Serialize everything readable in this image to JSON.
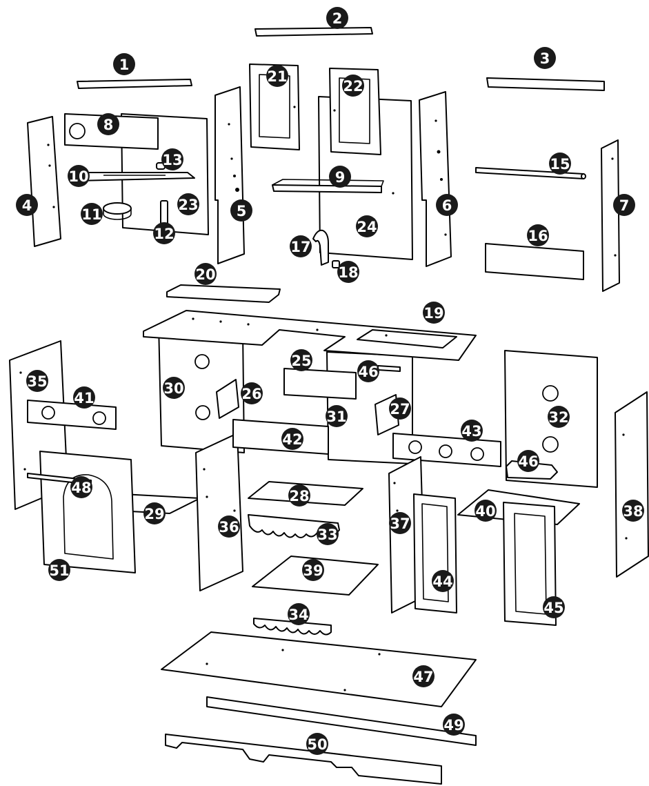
{
  "diagram": {
    "type": "exploded-assembly",
    "part_labels": [
      "1",
      "2",
      "3",
      "4",
      "5",
      "6",
      "7",
      "8",
      "9",
      "10",
      "11",
      "12",
      "13",
      "15",
      "16",
      "17",
      "18",
      "19",
      "20",
      "21",
      "22",
      "23",
      "24",
      "25",
      "26",
      "27",
      "28",
      "29",
      "30",
      "31",
      "32",
      "33",
      "34",
      "35",
      "36",
      "37",
      "38",
      "39",
      "40",
      "41",
      "42",
      "43",
      "44",
      "45",
      "46",
      "46",
      "47",
      "48",
      "49",
      "50",
      "51"
    ]
  },
  "colors": {
    "line": "#000000",
    "badge": "#1a1a1a",
    "badge_text": "#ffffff",
    "background": "#ffffff"
  }
}
